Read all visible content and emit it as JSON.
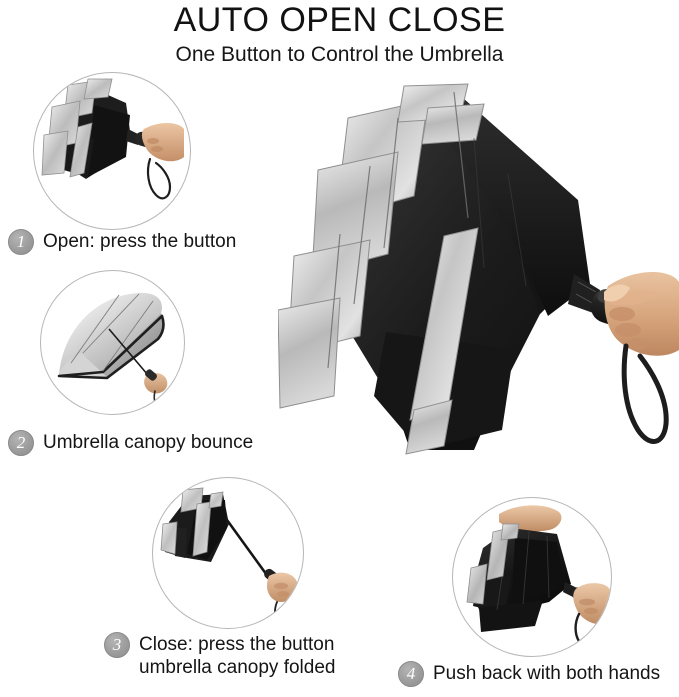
{
  "header": {
    "title": "AUTO OPEN CLOSE",
    "subtitle": "One Button to Control the Umbrella"
  },
  "colors": {
    "background": "#ffffff",
    "text": "#141414",
    "badge_fill": "#9d9d9d",
    "badge_text": "#ffffff",
    "circle_border": "#b6b6b6",
    "canopy_black": "#1b1b1b",
    "canopy_silver": "#c9c9c9",
    "skin": "#d8ab84",
    "handle_black": "#2a2a2a"
  },
  "steps": [
    {
      "number": "1",
      "text": "Open: press the button",
      "line2": "",
      "image_name": "folded-umbrella-with-hand-on-handle"
    },
    {
      "number": "2",
      "text": "Umbrella canopy bounce",
      "line2": "",
      "image_name": "open-silver-canopy-from-above"
    },
    {
      "number": "3",
      "text": "Close: press the button",
      "line2": "umbrella canopy folded",
      "image_name": "collapsing-umbrella-held-at-arms-length"
    },
    {
      "number": "4",
      "text": "Push back with both hands",
      "line2": "",
      "image_name": "pushing-canopy-closed-with-both-hands"
    }
  ],
  "hero": {
    "image_name": "partially-folded-umbrella-held-by-hand",
    "description": "Black umbrella canopy with silver reflective panels partially collapsed, held by a hand gripping the black handle with wrist strap"
  }
}
